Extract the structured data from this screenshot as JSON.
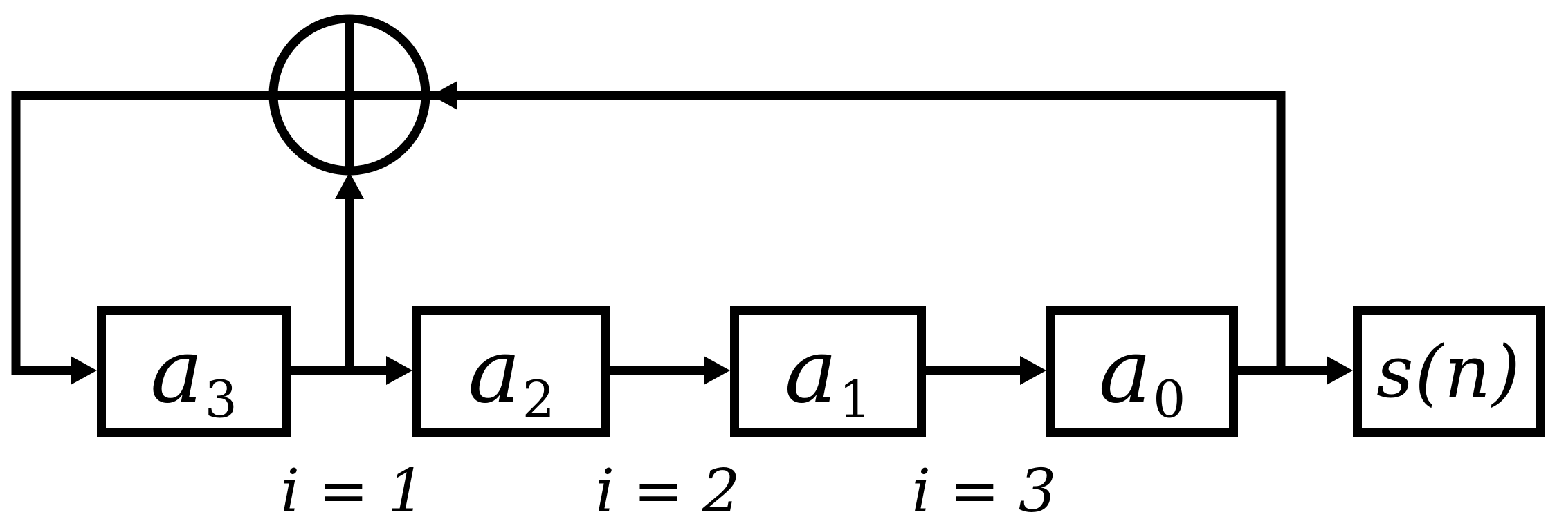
{
  "colors": {
    "ink": "#000000",
    "background": "#ffffff"
  },
  "icons": {
    "xor_gate": "circle-plus"
  },
  "registers": [
    {
      "base": "a",
      "sub": "3"
    },
    {
      "base": "a",
      "sub": "2"
    },
    {
      "base": "a",
      "sub": "1"
    },
    {
      "base": "a",
      "sub": "0"
    }
  ],
  "output_box": {
    "label": "s(n)"
  },
  "tap_labels": [
    {
      "label": "i = 1"
    },
    {
      "label": "i = 2"
    },
    {
      "label": "i = 3"
    }
  ]
}
